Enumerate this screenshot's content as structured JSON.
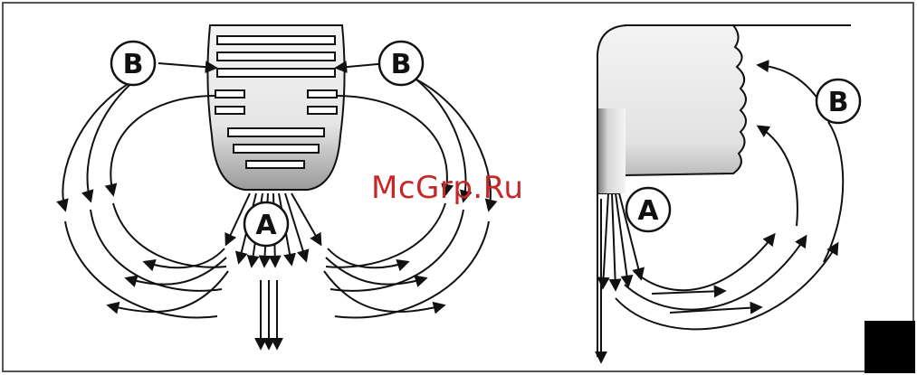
{
  "labels": {
    "left_b_left": "B",
    "left_b_right": "B",
    "left_a": "A",
    "right_b": "B",
    "right_a": "A"
  },
  "watermark": "McGrp.Ru",
  "colors": {
    "line": "#111111",
    "watermark": "#c62828",
    "grey_dark": "#8a8a8a",
    "grey_light": "#f2f2f2"
  }
}
